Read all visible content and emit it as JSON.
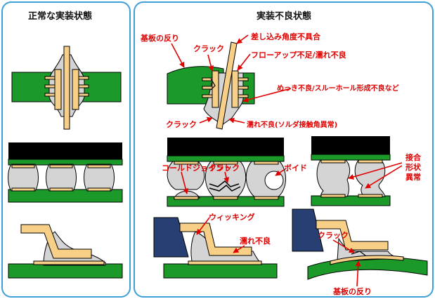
{
  "panels": {
    "normal_title": "正常な実装状態",
    "defect_title": "実装不良状態"
  },
  "labels": {
    "board_warp_top": "基板の反り",
    "crack_top": "クラック",
    "insert_angle": "差し込み角度不具合",
    "flowup": "フローアップ不足/濡れ不良",
    "plating": "めっき不良/スルーホール形成不良など",
    "crack_lower": "クラック",
    "wetting_contact": "濡れ不良(ソルダ接触角異常)",
    "cold_joint": "コールドジョイント",
    "crack_bga": "クラック",
    "void": "ボイド",
    "joint_shape_1": "接合",
    "joint_shape_2": "形状",
    "joint_shape_3": "異常",
    "wicking": "ウィッキング",
    "wetting_lead": "濡れ不良",
    "crack_lead": "クラック",
    "board_warp_bottom": "基板の反り"
  },
  "colors": {
    "board": "#1b9a2a",
    "lead": "#f7cf87",
    "solder": "#d4d4d4",
    "package": "#000000",
    "mold": "#283f73",
    "annotation": "#e00000",
    "frame": "#3f9fd8"
  }
}
